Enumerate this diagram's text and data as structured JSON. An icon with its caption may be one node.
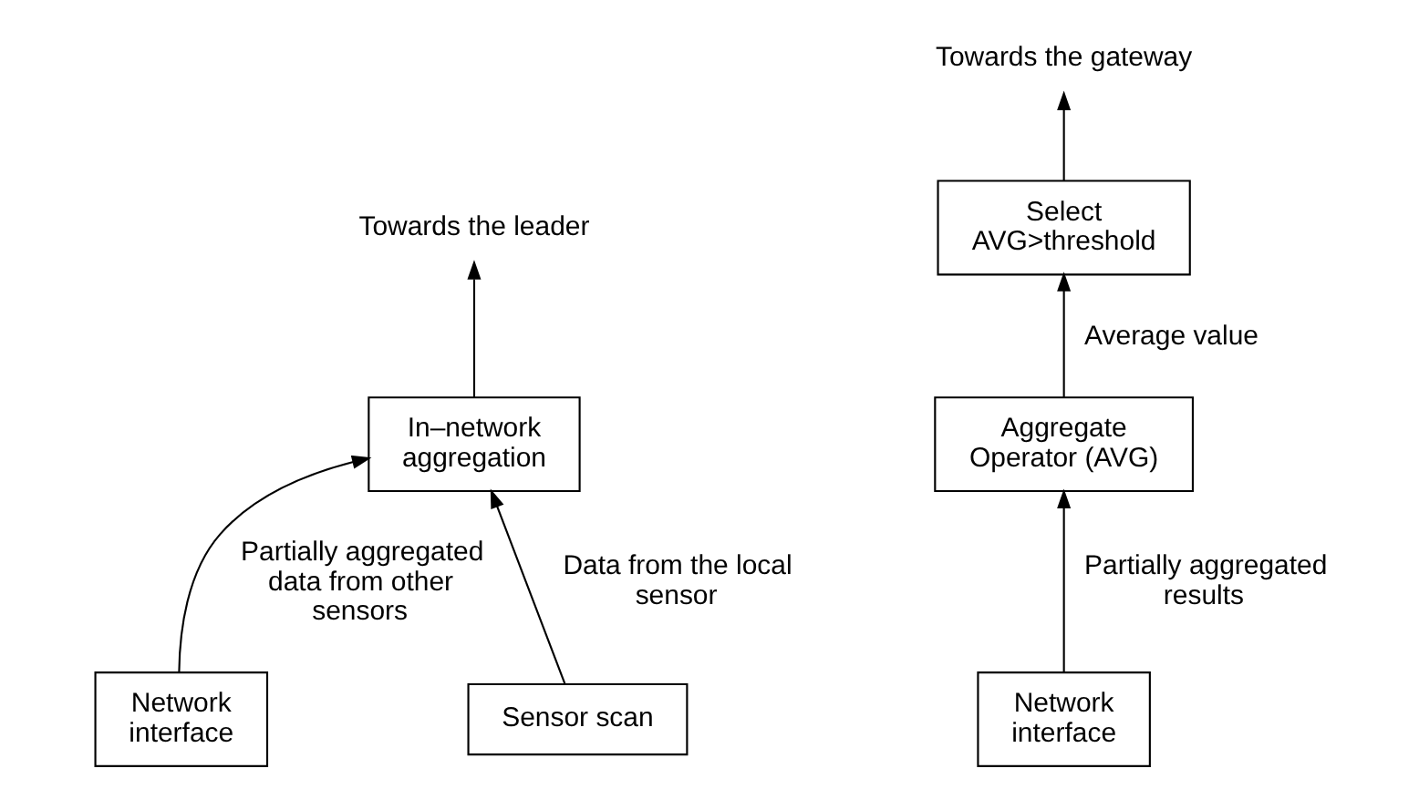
{
  "diagram": {
    "nodes": [
      {
        "text": [
          "Towards the leader"
        ]
      },
      {
        "text": [
          "In–network aggregation"
        ]
      },
      {
        "text": [
          "Network interface"
        ]
      },
      {
        "text": [
          "Sensor scan"
        ]
      },
      {
        "text": [
          "Towards the gateway"
        ]
      },
      {
        "text": [
          "Select AVG>threshold"
        ]
      },
      {
        "text": [
          "Aggregate Operator (AVG)"
        ]
      },
      {
        "text": [
          "Network interface"
        ]
      }
    ],
    "edges": [
      {
        "from": 1,
        "to": 0,
        "arrow": "to"
      },
      {
        "from": 2,
        "to": 1,
        "arrow": "to",
        "label": "Partially aggregated data from other sensors"
      },
      {
        "from": 3,
        "to": 1,
        "arrow": "to",
        "label": "Data from the local sensor"
      },
      {
        "from": 5,
        "to": 4,
        "arrow": "to"
      },
      {
        "from": 6,
        "to": 5,
        "arrow": "to",
        "label": "Average value"
      },
      {
        "from": 7,
        "to": 6,
        "arrow": "to",
        "label": "Partially aggregated results"
      }
    ]
  }
}
